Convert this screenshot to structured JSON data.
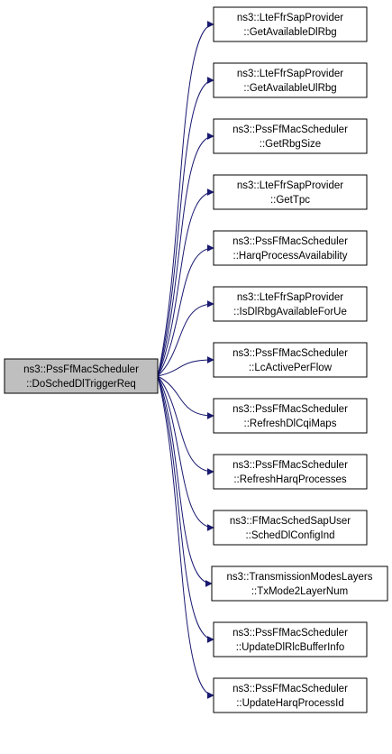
{
  "diagram": {
    "colors": {
      "edge": "#191970",
      "node_border": "#000000",
      "node_fill": "#ffffff",
      "root_fill": "#bfbfbf",
      "text": "#000000"
    },
    "root": {
      "line1": "ns3::PssFfMacScheduler",
      "line2": "::DoSchedDlTriggerReq"
    },
    "callees": [
      {
        "line1": "ns3::LteFfrSapProvider",
        "line2": "::GetAvailableDlRbg"
      },
      {
        "line1": "ns3::LteFfrSapProvider",
        "line2": "::GetAvailableUlRbg"
      },
      {
        "line1": "ns3::PssFfMacScheduler",
        "line2": "::GetRbgSize"
      },
      {
        "line1": "ns3::LteFfrSapProvider",
        "line2": "::GetTpc"
      },
      {
        "line1": "ns3::PssFfMacScheduler",
        "line2": "::HarqProcessAvailability"
      },
      {
        "line1": "ns3::LteFfrSapProvider",
        "line2": "::IsDlRbgAvailableForUe"
      },
      {
        "line1": "ns3::PssFfMacScheduler",
        "line2": "::LcActivePerFlow"
      },
      {
        "line1": "ns3::PssFfMacScheduler",
        "line2": "::RefreshDlCqiMaps"
      },
      {
        "line1": "ns3::PssFfMacScheduler",
        "line2": "::RefreshHarqProcesses"
      },
      {
        "line1": "ns3::FfMacSchedSapUser",
        "line2": "::SchedDlConfigInd"
      },
      {
        "line1": "ns3::TransmissionModesLayers",
        "line2": "::TxMode2LayerNum"
      },
      {
        "line1": "ns3::PssFfMacScheduler",
        "line2": "::UpdateDlRlcBufferInfo"
      },
      {
        "line1": "ns3::PssFfMacScheduler",
        "line2": "::UpdateHarqProcessId"
      }
    ]
  }
}
